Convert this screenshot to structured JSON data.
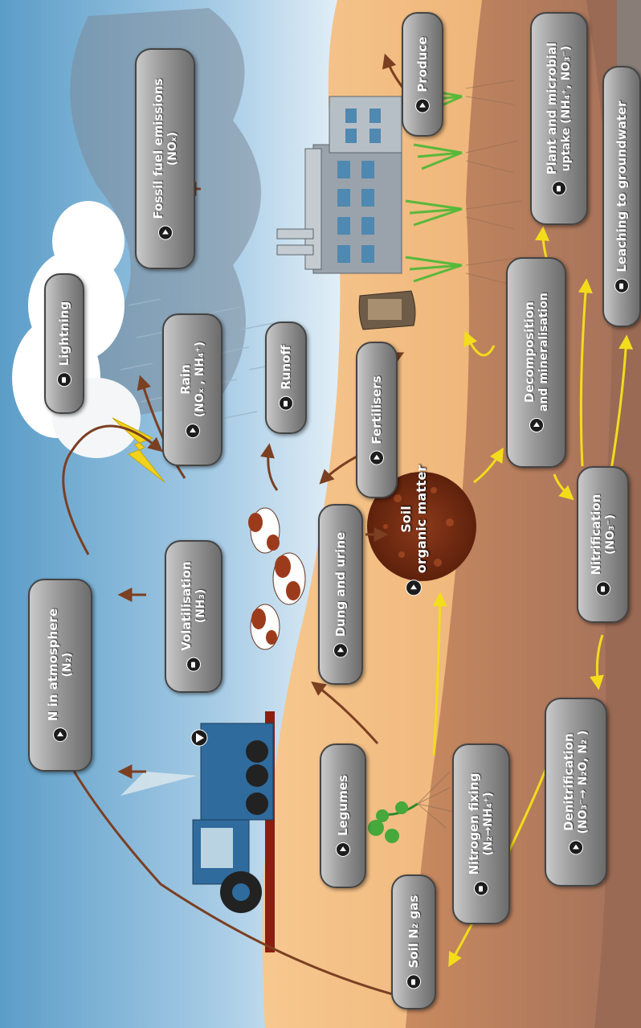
{
  "nodes": {
    "n_atmosphere": {
      "line1": "N in atmosphere",
      "line2": "(N₂)"
    },
    "volatilisation": {
      "line1": "Volatilisation",
      "line2": "(NH₃)"
    },
    "lightning": {
      "line1": "Lightning"
    },
    "rain": {
      "line1": "Rain",
      "line2": "(NOₓ , NH₄⁺)"
    },
    "fossil_fuel": {
      "line1": "Fossil fuel emissions",
      "line2": "(NOₓ)"
    },
    "runoff": {
      "line1": "Runoff"
    },
    "legumes": {
      "line1": "Legumes"
    },
    "dung_urine": {
      "line1": "Dung and urine"
    },
    "fertilisers": {
      "line1": "Fertilisers"
    },
    "produce": {
      "line1": "Produce"
    },
    "soil_organic_matter": {
      "line1": "Soil",
      "line2": "organic matter"
    },
    "soil_n2_gas": {
      "line1": "Soil N₂ gas"
    },
    "nitrogen_fixing": {
      "line1": "Nitrogen fixing",
      "line2": "(N₂→NH₄⁺)"
    },
    "denitrification": {
      "line1": "Denitrification",
      "line2": "(NO₃⁻→ N₂O, N₂ )"
    },
    "nitrification": {
      "line1": "Nitrification",
      "line2": "(NO₃⁻)"
    },
    "decomposition": {
      "line1": "Decomposition",
      "line2": "and mineralisation"
    },
    "plant_uptake": {
      "line1": "Plant and microbial",
      "line2": "uptake (NH₄⁺, NO₃⁻)"
    },
    "leaching": {
      "line1": "Leaching to groundwater"
    }
  },
  "colors": {
    "sky": "#5b9dc8",
    "sky_light": "#cfe4f1",
    "topsoil": "#f2b577",
    "subsoil": "#c98a5f",
    "deep_soil": "#a2705a",
    "organic_matter": "#7a2e14",
    "brown_arrow": "#7b3f22",
    "yellow_arrow": "#f3dc1c",
    "pill_dark": "#6c6c6c",
    "pill_light": "#c9c9c9"
  },
  "icons": [
    "play-icon",
    "camera-icon",
    "lightning-bolt-icon",
    "cloud-icon",
    "tractor-icon",
    "cow-icon",
    "factory-icon",
    "fertiliser-bag-icon",
    "crop-plant-icon",
    "legume-plant-icon"
  ]
}
